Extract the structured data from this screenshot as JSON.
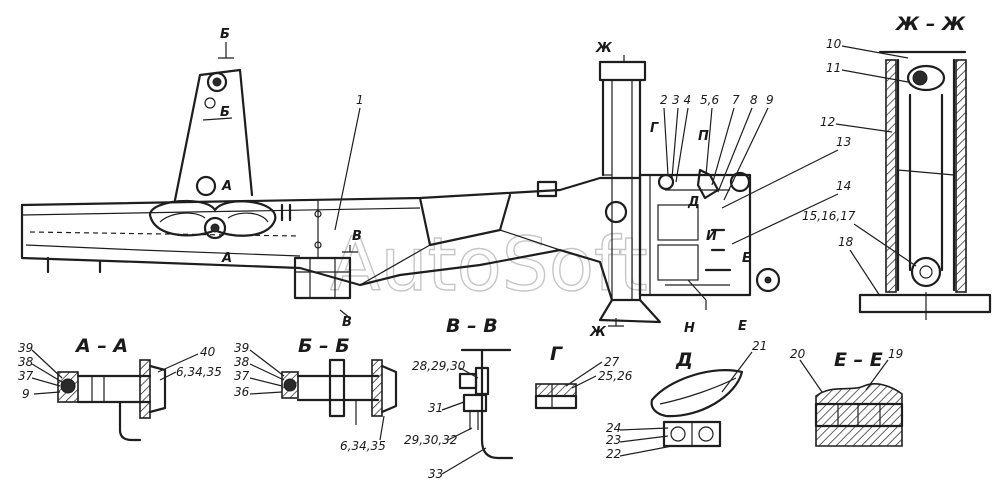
{
  "watermark": "AutoSoft",
  "sections": {
    "aa": "А – А",
    "bb": "Б – Б",
    "vv": "В – В",
    "g": "Г",
    "d": "Д",
    "ee": "Е – Е",
    "zhzh": "Ж – Ж"
  },
  "marks": {
    "b_top": "Б",
    "b_mid": "Б",
    "a_low": "А",
    "a_mid": "А",
    "v_up": "В",
    "v_down": "В",
    "zh_top": "Ж",
    "zh_bot": "Ж",
    "g": "Г",
    "p": "П",
    "d": "Д",
    "i": "И",
    "e_mid": "Е",
    "e_bot": "Е",
    "n": "Н"
  },
  "callouts": {
    "c1": "1",
    "c2": "2",
    "c34": "3 4",
    "c56": "5,6",
    "c7": "7",
    "c8": "8",
    "c9": "9",
    "c10": "10",
    "c11": "11",
    "c12": "12",
    "c13": "13",
    "c14": "14",
    "c151617": "15,16,17",
    "c18": "18",
    "c19": "19",
    "c20": "20",
    "c21": "21",
    "c22": "22",
    "c23": "23",
    "c24": "24",
    "c2526": "25,26",
    "c27": "27",
    "c282930": "28,29,30",
    "c31": "31",
    "c293032": "29,30,32",
    "c33": "33",
    "aa39": "39",
    "aa38": "38",
    "aa37": "37",
    "aa9": "9",
    "aa40": "40",
    "aa63435": "6,34,35",
    "bb39": "39",
    "bb38": "38",
    "bb37": "37",
    "bb36": "36",
    "bb63435": "6,34,35"
  }
}
